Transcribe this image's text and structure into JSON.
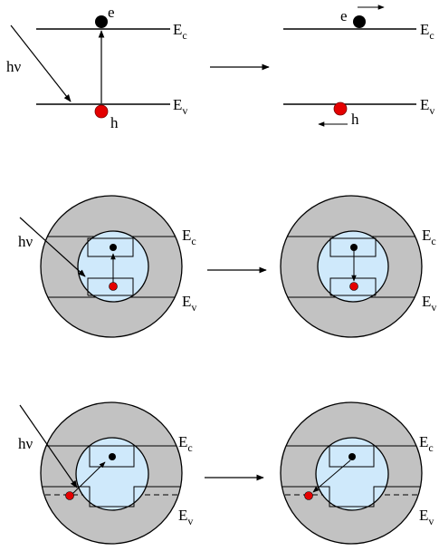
{
  "labels": {
    "photon": "hν",
    "electron": "e",
    "hole": "h",
    "conduction_band": "E",
    "conduction_sub": "c",
    "valence_band": "E",
    "valence_sub": "v"
  },
  "colors": {
    "shell": "#c2c2c2",
    "core": "#cfe9fb",
    "hole": "#e40000",
    "electron": "#000000"
  }
}
